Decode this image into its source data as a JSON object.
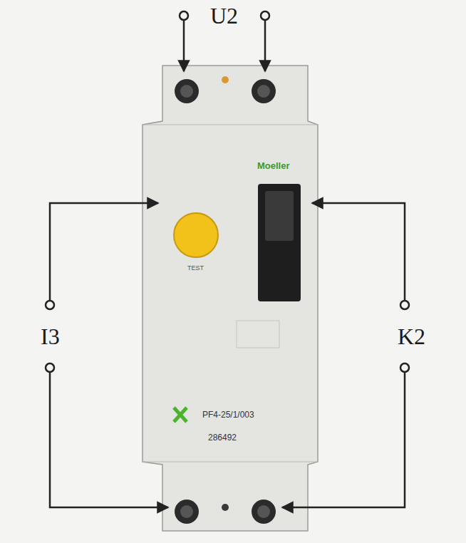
{
  "diagram": {
    "labels": [
      "U2",
      "I3",
      "K2",
      "Moeller",
      "TEST",
      "PF4-25/1/003",
      "286492"
    ]
  }
}
